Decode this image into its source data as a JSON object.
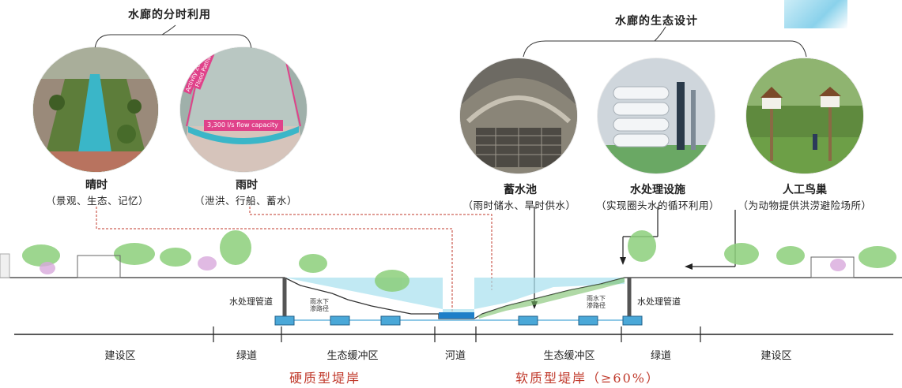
{
  "left_group": {
    "title": "水廊的分时利用",
    "items": [
      {
        "title": "晴时",
        "subtitle": "（景观、生态、记忆）"
      },
      {
        "title": "雨时",
        "subtitle": "（泄洪、行船、蓄水）",
        "photo_text": "3,300 l/s flow capacity",
        "photo_tags": [
          "Flood Pathway",
          "Activity Zone"
        ]
      }
    ]
  },
  "right_group": {
    "title": "水廊的生态设计",
    "items": [
      {
        "title": "蓄水池",
        "subtitle": "（雨时储水、旱时供水）"
      },
      {
        "title": "水处理设施",
        "subtitle": "（实现圈头水的循环利用）"
      },
      {
        "title": "人工鸟巢",
        "subtitle": "（为动物提供洪涝避险场所）"
      }
    ]
  },
  "section": {
    "pipe_left": "水处理管道",
    "pipe_right": "水处理管道",
    "rain_path_left": "雨水下渗路径",
    "rain_path_right": "雨水下渗路径"
  },
  "zones": [
    "建设区",
    "绿道",
    "生态缓冲区",
    "河道",
    "生态缓冲区",
    "绿道",
    "建设区"
  ],
  "banks": {
    "hard": "硬质型堤岸",
    "soft": "软质型堤岸（≥60%）"
  },
  "colors": {
    "water": "#8fd3e8",
    "pipe_box": "#4aa8d8",
    "bank_text": "#c0392b",
    "tree_green": "#7cc06b",
    "leader_red": "#c0392b"
  }
}
